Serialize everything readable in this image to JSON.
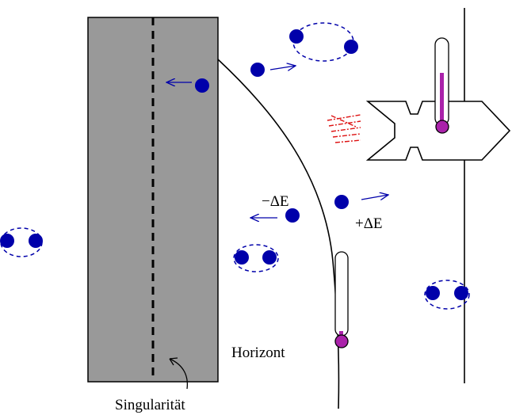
{
  "labels": {
    "minus_delta_e": "−ΔE",
    "plus_delta_e": "+ΔE",
    "horizon": "Horizont",
    "singularity": "Singularität"
  },
  "colors": {
    "region_fill": "#999999",
    "particle": "#0000aa",
    "thermometer_liquid": "#aa22aa",
    "exhaust": "#dd1111",
    "line": "#000000"
  },
  "icons": {
    "particle": "filled-circle",
    "pair_link": "dashed-ellipse",
    "motion": "arrow",
    "thermometer": "thermometer-icon",
    "ship": "rocket-ship"
  }
}
